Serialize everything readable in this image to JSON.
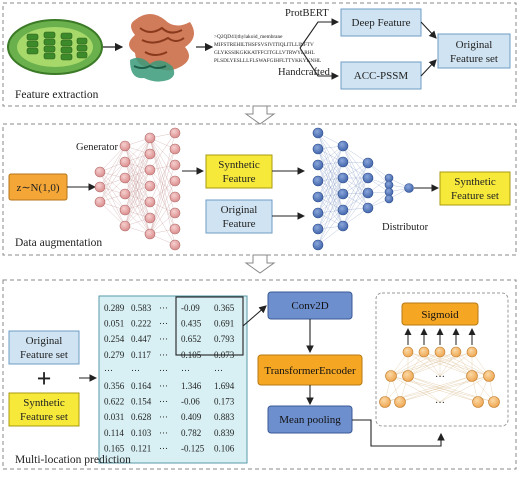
{
  "panels": {
    "feature_extraction": {
      "label": "Feature extraction",
      "protbert_label": "ProtBERT",
      "handcrafted_label": "Handcrafted",
      "deep_feature": "Deep Feature",
      "acc_pssm": "ACC-PSSM",
      "original_feature_set_1": "Original",
      "original_feature_set_2": "Feature set",
      "sequence_lines": [
        ">Q2QD41|thylakoid_membrane",
        "MIFSTREHILTHSFSVSIVITIQLITLLINFTV",
        "GLYKSSIKGKKATFFCITGLLVTRWYLRHL",
        "PLSDLYESLLLFLSWAFGIHFLTTYKKYKNHL"
      ],
      "colors": {
        "box_fill": "#cfe3f2",
        "box_stroke": "#6f9cc4"
      }
    },
    "data_augmentation": {
      "label": "Data augmentation",
      "generator_label": "Generator",
      "distributor_label": "Distributor",
      "noise_input": "z∼N(1,0)",
      "synthetic_feature_1": "Synthetic",
      "synthetic_feature_2": "Feature",
      "original_feature_1": "Original",
      "original_feature_2": "Feature",
      "synthetic_feature_set_1": "Synthetic",
      "synthetic_feature_set_2": "Feature set",
      "colors": {
        "noise_fill": "#f4a636",
        "yellow_fill": "#f6e93a",
        "generator_node": "#e8a3a3",
        "distributor_node": "#5b7fc1"
      }
    },
    "multi_location": {
      "label": "Multi-location prediction",
      "original_feature_set_1": "Original",
      "original_feature_set_2": "Feature set",
      "synthetic_feature_set_1": "Synthetic",
      "synthetic_feature_set_2": "Feature set",
      "plus": "+",
      "conv2d": "Conv2D",
      "transformer_encoder": "TransformerEncoder",
      "mean_pooling": "Mean pooling",
      "sigmoid": "Sigmoid",
      "matrix_rows": [
        [
          "0.289",
          "0.583",
          "···",
          "-0.09",
          "0.365"
        ],
        [
          "0.051",
          "0.222",
          "···",
          "0.435",
          "0.691"
        ],
        [
          "0.254",
          "0.447",
          "···",
          "0.652",
          "0.793"
        ],
        [
          "0.279",
          "0.117",
          "···",
          "0.105",
          "0.073"
        ],
        [
          "···",
          "···",
          "···",
          "···",
          "···"
        ],
        [
          "0.356",
          "0.164",
          "···",
          "1.346",
          "1.694"
        ],
        [
          "0.622",
          "0.154",
          "···",
          "-0.06",
          "0.173"
        ],
        [
          "0.031",
          "0.628",
          "···",
          "0.409",
          "0.883"
        ],
        [
          "0.114",
          "0.103",
          "···",
          "0.782",
          "0.839"
        ],
        [
          "0.165",
          "0.121",
          "···",
          "-0.125",
          "0.106"
        ]
      ],
      "output_dots": "···",
      "colors": {
        "matrix_fill": "#d8f0f4",
        "module_fill": "#6e8fce",
        "orange_fill": "#f5a623"
      }
    }
  }
}
